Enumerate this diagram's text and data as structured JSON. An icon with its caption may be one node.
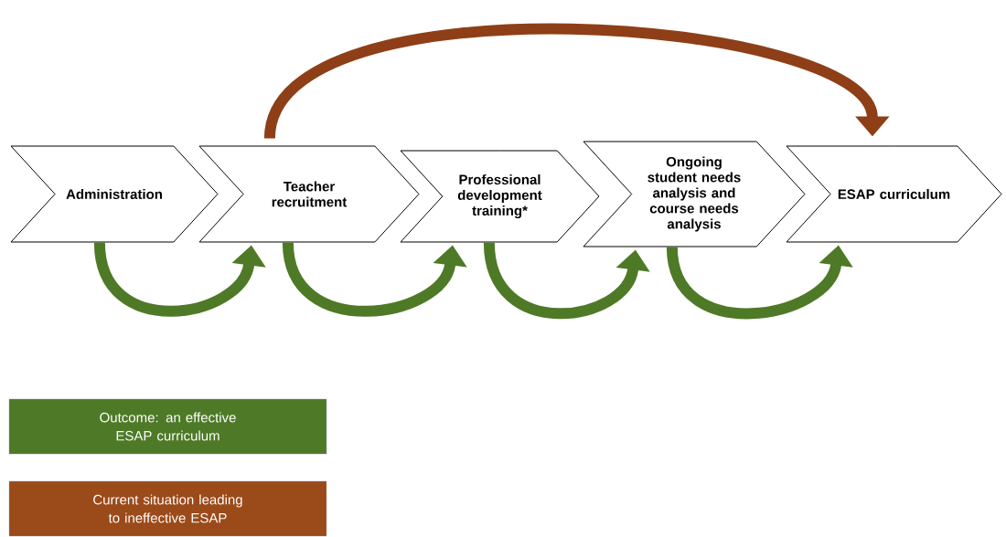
{
  "diagram": {
    "nodes": [
      {
        "text": [
          "Administration"
        ]
      },
      {
        "text": [
          "Teacher recruitment"
        ]
      },
      {
        "text": [
          "Professional development training*"
        ]
      },
      {
        "text": [
          "Ongoing student needs analysis and course needs analysis"
        ]
      },
      {
        "text": [
          "ESAP curriculum"
        ]
      }
    ],
    "edges": [
      {
        "from": 0,
        "to": 1,
        "arrow": "to"
      },
      {
        "from": 1,
        "to": 2,
        "arrow": "to"
      },
      {
        "from": 2,
        "to": 3,
        "arrow": "to"
      },
      {
        "from": 3,
        "to": 4,
        "arrow": "to"
      },
      {
        "from": 1,
        "to": 4,
        "arrow": "to",
        "color": "#8e3f17"
      }
    ],
    "legend": [
      {
        "text": "Outcome: an effective ESAP curriculum",
        "color": "#4e7a27"
      },
      {
        "text": "Current situation leading to ineffective ESAP",
        "color": "#9b4a1a"
      }
    ]
  }
}
